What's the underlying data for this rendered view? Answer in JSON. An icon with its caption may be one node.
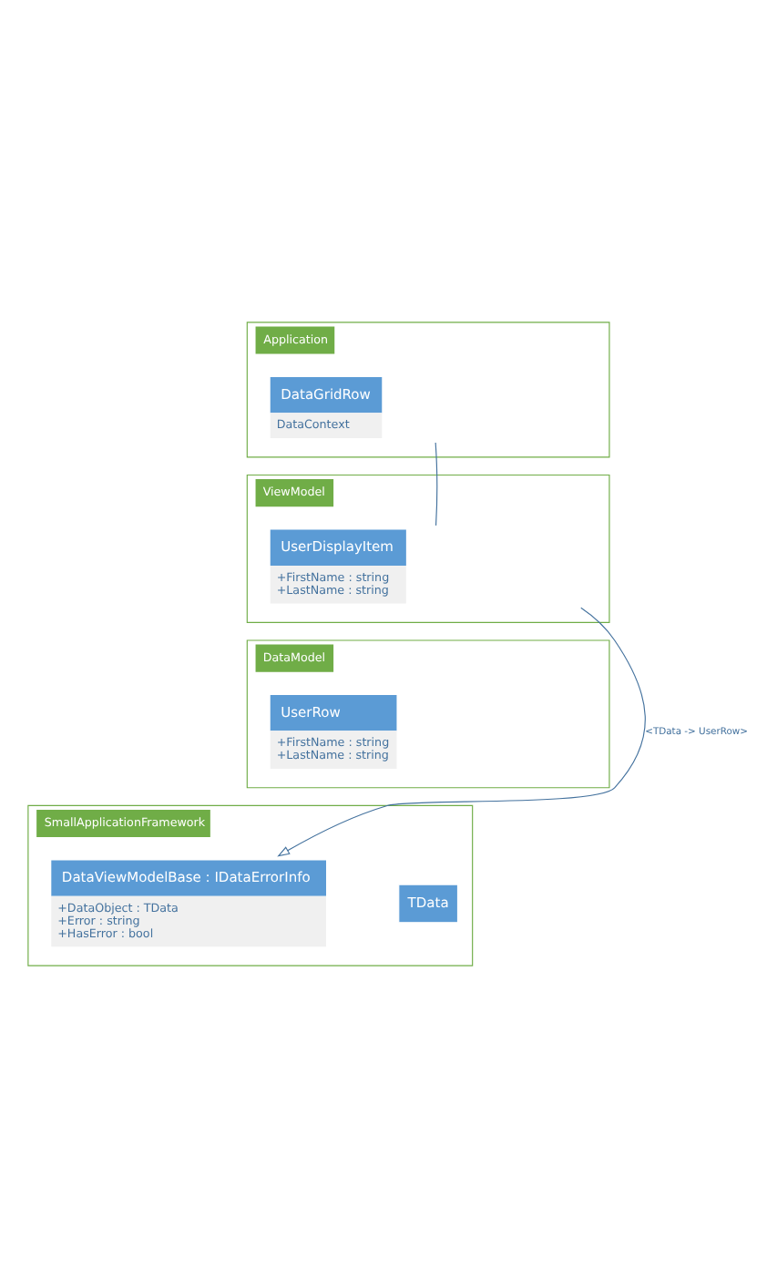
{
  "diagram": {
    "nodes": [
      {
        "text": [
          "Application"
        ]
      },
      {
        "text": [
          "DataGridRow",
          "DataContext"
        ],
        "in": 0
      },
      {
        "text": [
          "ViewModel"
        ]
      },
      {
        "text": [
          "UserDisplayItem",
          "+FirstName : string",
          "+LastName : string"
        ],
        "in": 2
      },
      {
        "text": [
          "DataModel"
        ]
      },
      {
        "text": [
          "UserRow",
          "+FirstName : string",
          "+LastName : string"
        ],
        "in": 4
      },
      {
        "text": [
          "SmallApplicationFramework"
        ]
      },
      {
        "text": [
          "TData"
        ],
        "in": 6
      },
      {
        "text": [
          "DataViewModelBase : IDataErrorInfo",
          "+DataObject : TData",
          "+Error : string",
          "+HasError : bool"
        ],
        "in": 6
      }
    ],
    "edges": [
      {
        "from": 1,
        "to": 3,
        "arrow": "none"
      },
      {
        "from": 3,
        "to": 8,
        "arrow": "to",
        "label": "<TData -> UserRow>"
      }
    ]
  }
}
